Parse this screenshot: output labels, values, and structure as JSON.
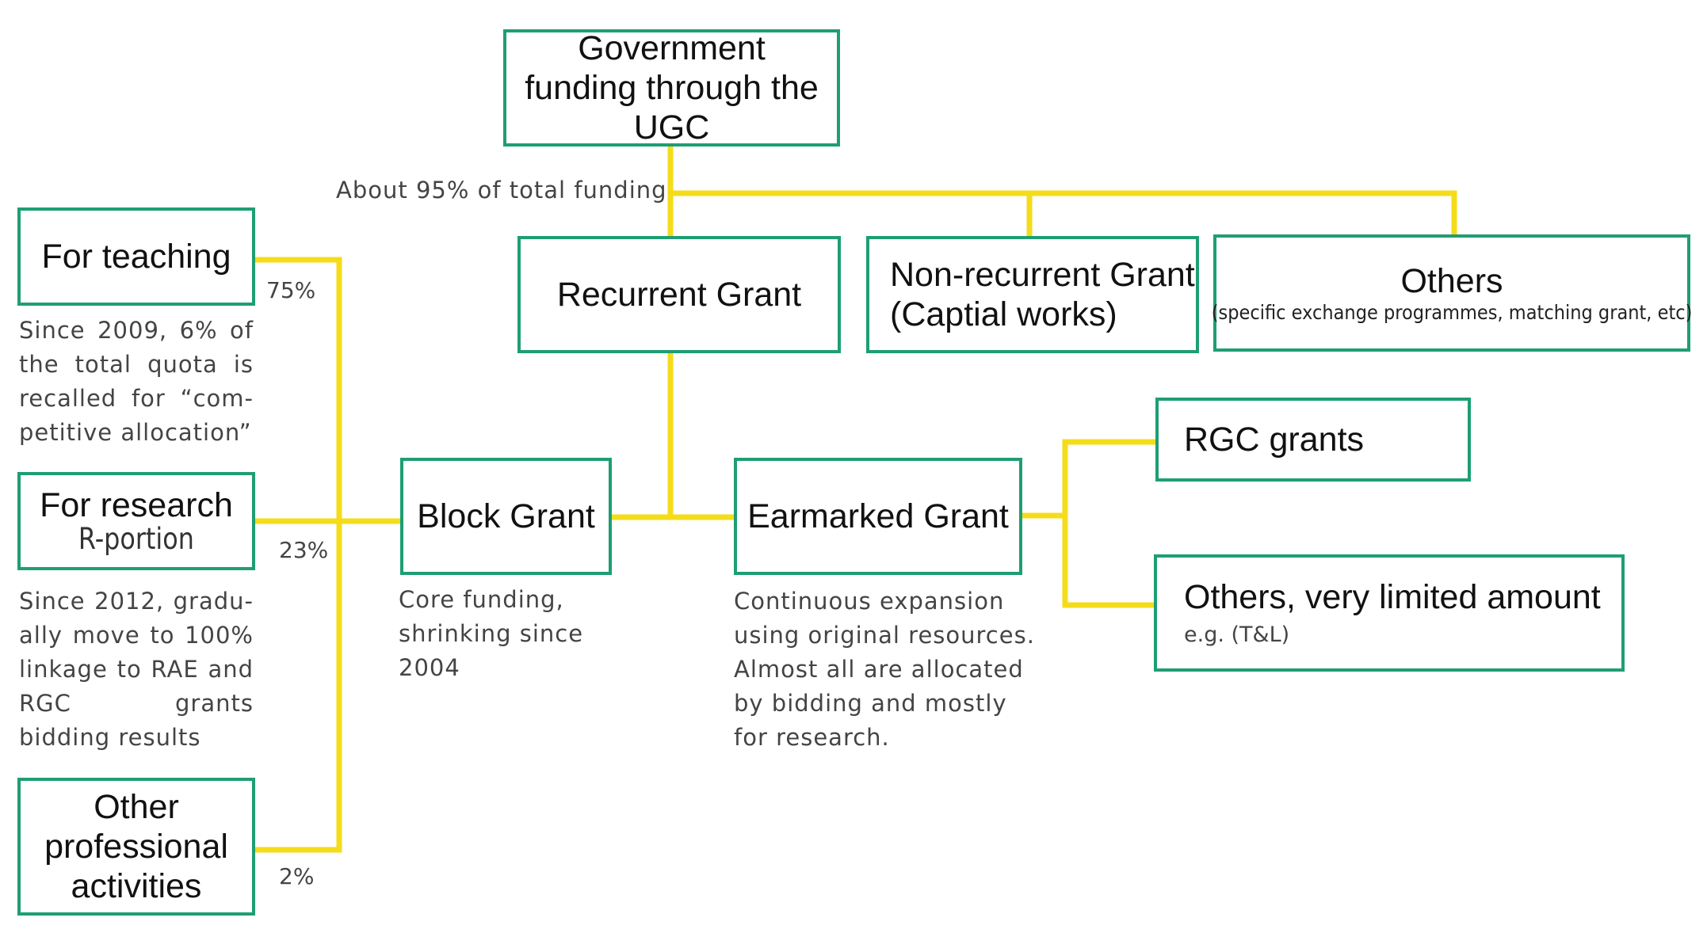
{
  "nodes": {
    "gov": "Government funding through the UGC",
    "recurrent": "Recurrent Grant",
    "nonrecurrent": "Non-recurrent Grant (Captial works)",
    "others_top": "Others",
    "others_top_sub": "(specific exchange programmes, matching grant, etc)",
    "teaching": "For teaching",
    "research": "For research",
    "research_sub": "R-portion",
    "other_prof": "Other professional activities",
    "block": "Block Grant",
    "earmarked": "Earmarked Grant",
    "rgc": "RGC grants",
    "others_limited": "Others, very limited amount",
    "others_limited_sub": "e.g. (T&L)"
  },
  "annotations": {
    "gov_share": "About 95% of total funding",
    "teaching_pct": "75%",
    "research_pct": "23%",
    "other_pct": "2%",
    "teaching_note": "Since 2009, 6% of the total quota is recalled for “com-petitive allocation”",
    "research_note": "Since 2012, gradu-ally move to 100% linkage to RAE and RGC grants bidding results",
    "block_note": "Core funding, shrinking since 2004",
    "earmarked_note": "Continuous expansion using original resources. Almost all are allocated by bidding and mostly for research."
  },
  "colors": {
    "connector": "#f5dc1a",
    "box_border": "#1e9e73",
    "text": "#111111",
    "note_text": "#444444"
  }
}
